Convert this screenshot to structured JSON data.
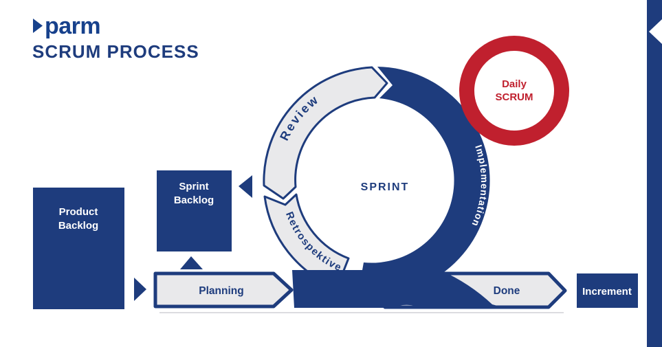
{
  "logo": {
    "brand": "parm",
    "chevron_icon": "right-triangle",
    "title": "SCRUM PROCESS"
  },
  "cycle": {
    "center_label": "SPRINT",
    "segments": [
      {
        "label": "Review",
        "style": "light"
      },
      {
        "label": "Retrospektive",
        "style": "light"
      },
      {
        "label": "Implementation",
        "style": "dark"
      }
    ]
  },
  "daily_scrum": {
    "line1": "Daily",
    "line2": "SCRUM"
  },
  "boxes": {
    "product_backlog": {
      "lines": [
        "Product",
        "Backlog"
      ]
    },
    "sprint_backlog": {
      "lines": [
        "Sprint",
        "Backlog"
      ]
    },
    "increment": {
      "label": "Increment"
    }
  },
  "flow": {
    "planning": {
      "label": "Planning"
    },
    "done": {
      "label": "Done"
    }
  },
  "colors": {
    "navy": "#1e3c7d",
    "logo_blue": "#17418c",
    "red": "#c0202e",
    "light_gray": "#e9e9eb",
    "background": "#ffffff"
  }
}
